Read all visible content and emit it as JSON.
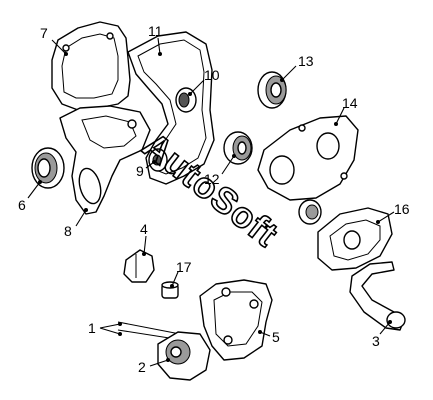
{
  "watermark": "AutoSoft",
  "callouts": [
    {
      "id": "1",
      "label": "1"
    },
    {
      "id": "2",
      "label": "2"
    },
    {
      "id": "3",
      "label": "3"
    },
    {
      "id": "4",
      "label": "4"
    },
    {
      "id": "5",
      "label": "5"
    },
    {
      "id": "6",
      "label": "6"
    },
    {
      "id": "7",
      "label": "7"
    },
    {
      "id": "8",
      "label": "8"
    },
    {
      "id": "9",
      "label": "9"
    },
    {
      "id": "10",
      "label": "10"
    },
    {
      "id": "11",
      "label": "11"
    },
    {
      "id": "12",
      "label": "12"
    },
    {
      "id": "13",
      "label": "13"
    },
    {
      "id": "14",
      "label": "14"
    },
    {
      "id": "16",
      "label": "16"
    },
    {
      "id": "17",
      "label": "17"
    }
  ]
}
